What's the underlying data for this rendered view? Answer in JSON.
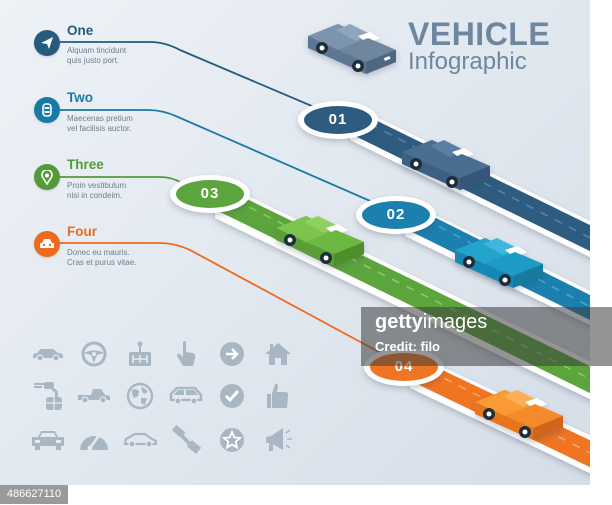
{
  "title": {
    "main": "VEHICLE",
    "sub": "Infographic"
  },
  "steps": [
    {
      "title": "One",
      "desc1": "Alquam tincidunt",
      "desc2": "quis justo port.",
      "icon": "paper-plane-icon",
      "color": "#265b7e",
      "badge": "01"
    },
    {
      "title": "Two",
      "desc1": "Maecenas pretium",
      "desc2": "vel facilisis auctor.",
      "icon": "car-top-view-icon",
      "color": "#1a7aa6",
      "badge": "02"
    },
    {
      "title": "Three",
      "desc1": "Proin vestibulum",
      "desc2": "nisi in condeim.",
      "icon": "map-pin-icon",
      "color": "#559a38",
      "badge": "03"
    },
    {
      "title": "Four",
      "desc1": "Donec eu mauris.",
      "desc2": "Cras et purus vitae.",
      "icon": "car-front-icon",
      "color": "#ee6a1f",
      "badge": "04"
    }
  ],
  "roads": [
    {
      "badge": "01",
      "color": "#2e5b80",
      "car_color": "#4a6e92"
    },
    {
      "badge": "02",
      "color": "#1a80af",
      "car_color": "#1e9cc4"
    },
    {
      "badge": "03",
      "color": "#5ba53d",
      "car_color": "#6db842"
    },
    {
      "badge": "04",
      "color": "#f07423",
      "car_color": "#f58a2a"
    }
  ],
  "header_car_color": "#6e879f",
  "icon_grid": [
    [
      "sedan-icon",
      "steering-wheel-icon",
      "gear-shift-icon",
      "pointing-hand-icon",
      "arrow-right-circle-icon",
      "house-icon"
    ],
    [
      "car-key-icon",
      "pickup-truck-icon",
      "globe-icon",
      "minivan-icon",
      "checkmark-circle-icon",
      "thumbs-up-icon"
    ],
    [
      "car-front-icon",
      "speedometer-icon",
      "hatchback-icon",
      "seatbelt-icon",
      "star-circle-icon",
      "megaphone-icon"
    ]
  ],
  "icon_color": "#a9b6c3",
  "watermark": {
    "brand_bold": "getty",
    "brand_light": "images",
    "credit": "Credit: filo"
  },
  "image_id": "486627110"
}
